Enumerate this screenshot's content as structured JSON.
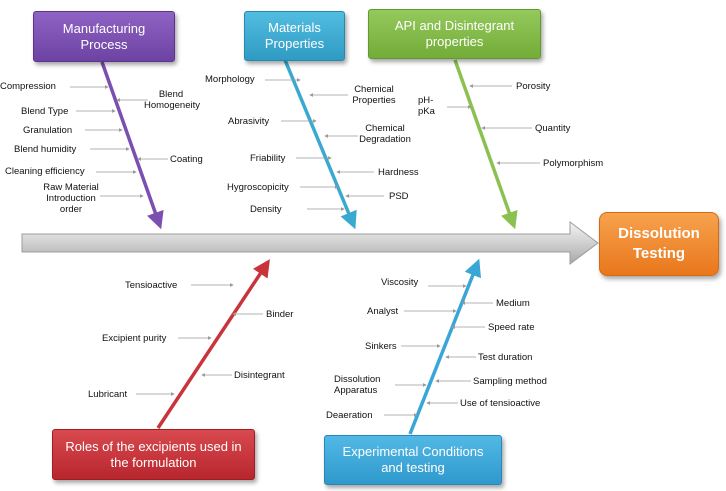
{
  "colors": {
    "manufacturing": "#7a4fb0",
    "materials": "#3aa9cf",
    "api": "#7cb53e",
    "excipients": "#c8343a",
    "experimental": "#3aa6d8",
    "effect": "#f1892d",
    "spine": "#bfbfbf"
  },
  "effect": {
    "label": "Dissolution Testing"
  },
  "categories": {
    "manufacturing": {
      "title": "Manufacturing Process",
      "causes_left": [
        "Compression",
        "Blend Type",
        "Granulation",
        "Blend humidity",
        "Cleaning efficiency",
        "Raw Material Introduction order"
      ],
      "causes_right": [
        "Blend Homogeneity",
        "Coating"
      ]
    },
    "materials": {
      "title": "Materials Properties",
      "causes_left": [
        "Morphology",
        "Abrasivity",
        "Friability",
        "Hygroscopicity",
        "Density"
      ],
      "causes_right": [
        "Chemical Properties",
        "Chemical Degradation",
        "Hardness",
        "PSD"
      ]
    },
    "api": {
      "title": "API and Disintegrant properties",
      "causes_left": [
        "pH-pKa"
      ],
      "causes_right": [
        "Porosity",
        "Quantity",
        "Polymorphism"
      ]
    },
    "excipients": {
      "title": "Roles of the excipients used in the formulation",
      "causes_left": [
        "Tensioactive",
        "Excipient purity",
        "Lubricant"
      ],
      "causes_right": [
        "Binder",
        "Disintegrant"
      ]
    },
    "experimental": {
      "title": "Experimental Conditions and testing",
      "causes_left": [
        "Viscosity",
        "Analyst",
        "Sinkers",
        "Dissolution Apparatus",
        "Deaeration"
      ],
      "causes_right": [
        "Medium",
        "Speed rate",
        "Test duration",
        "Sampling method",
        "Use of tensioactive"
      ]
    }
  }
}
